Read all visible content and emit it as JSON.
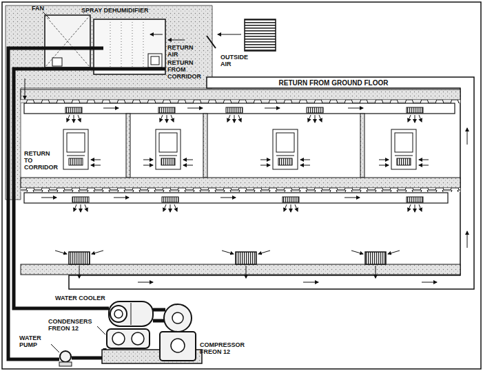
{
  "diagram": {
    "nodes": [
      {
        "text": [
          "RETURN FROM GROUND FLOOR"
        ]
      }
    ],
    "labels": [
      "FAN",
      "SPRAY DEHUMIDIFIER",
      "RETURN AIR",
      "RETURN FROM CORRIDOR",
      "OUTSIDE AIR",
      "RETURN TO CORRIDOR",
      "WATER COOLER",
      "CONDENSERS FREON 12",
      "WATER PUMP",
      "COMPRESSOR FREON 12"
    ]
  }
}
